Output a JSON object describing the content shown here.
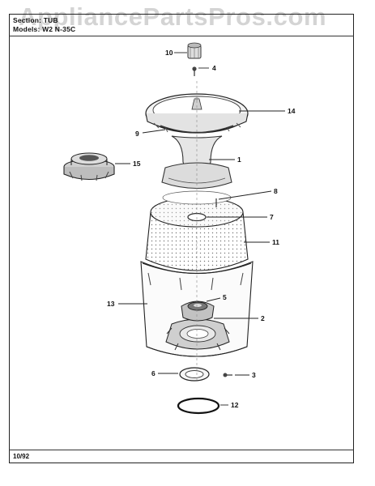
{
  "watermark": "AppliancePartsPros.com",
  "header": {
    "section_line": "Section: TUB",
    "model_line": "Models: W2 N-35C"
  },
  "footer": {
    "date_code": "10/92"
  },
  "callouts": [
    "10",
    "4",
    "14",
    "9",
    "1",
    "15",
    "8",
    "7",
    "11",
    "13",
    "5",
    "2",
    "6",
    "3",
    "12"
  ]
}
